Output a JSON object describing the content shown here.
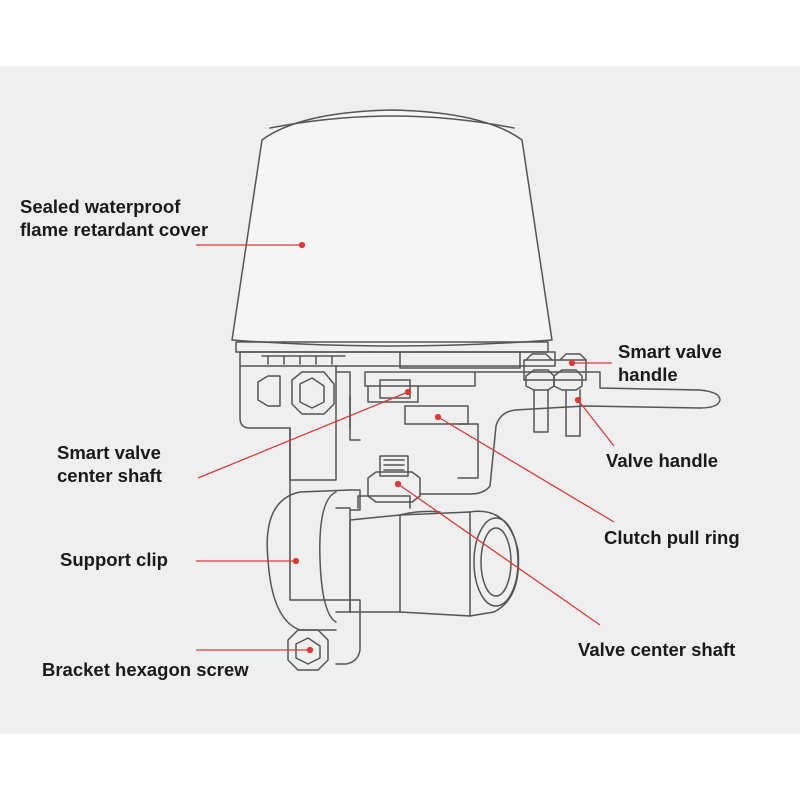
{
  "colors": {
    "background": "#efefef",
    "outline": "#555555",
    "leader": "#d93a3a",
    "text": "#1a1a1a"
  },
  "labels": {
    "cover": "Sealed waterproof\nflame retardant cover",
    "smart_handle": "Smart valve\nhandle",
    "valve_handle": "Valve handle",
    "smart_shaft": "Smart valve\ncenter shaft",
    "clutch": "Clutch pull ring",
    "support": "Support clip",
    "center_shaft": "Valve center shaft",
    "bracket_screw": "Bracket hexagon screw"
  }
}
